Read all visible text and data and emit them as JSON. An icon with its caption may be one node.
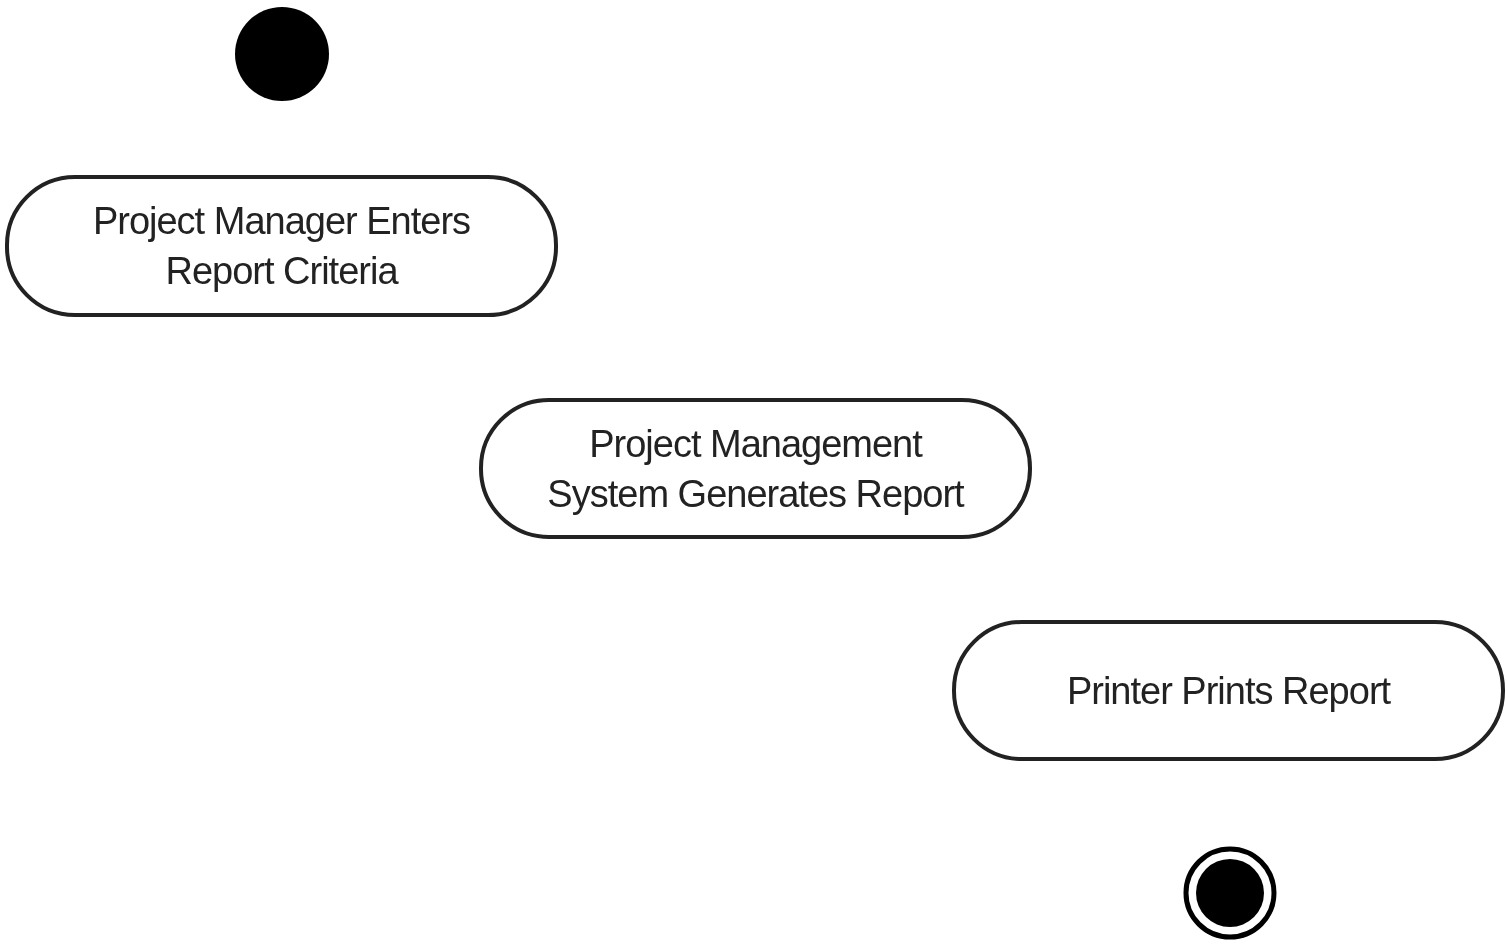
{
  "diagram": {
    "nodes": [
      {
        "text": [],
        "shape": "circle"
      },
      {
        "text": [
          "Project Manager Enters Report Criteria"
        ]
      },
      {
        "text": [
          "Project Management System Generates Report"
        ]
      },
      {
        "text": [
          "Printer Prints Report"
        ]
      },
      {
        "text": [],
        "shape": "bullseye"
      }
    ]
  }
}
